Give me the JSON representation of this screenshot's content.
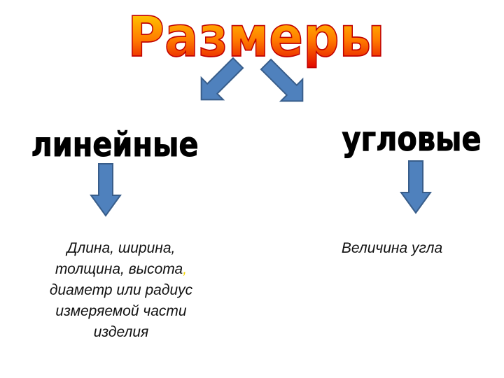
{
  "title": "Размеры",
  "categories": {
    "linear": {
      "label": "линейные",
      "desc_lines": [
        "Длина, ширина,",
        "толщина, высота",
        ",",
        "диаметр или радиус",
        "измеряемой части",
        "изделия"
      ]
    },
    "angular": {
      "label": "угловые",
      "desc": "Величина угла"
    }
  },
  "colors": {
    "title_top": "#ffe000",
    "title_mid": "#ff7a00",
    "title_bottom": "#e00000",
    "arrow_fill": "#4f81bd",
    "arrow_stroke": "#385d8a",
    "comma": "#f2d500"
  }
}
